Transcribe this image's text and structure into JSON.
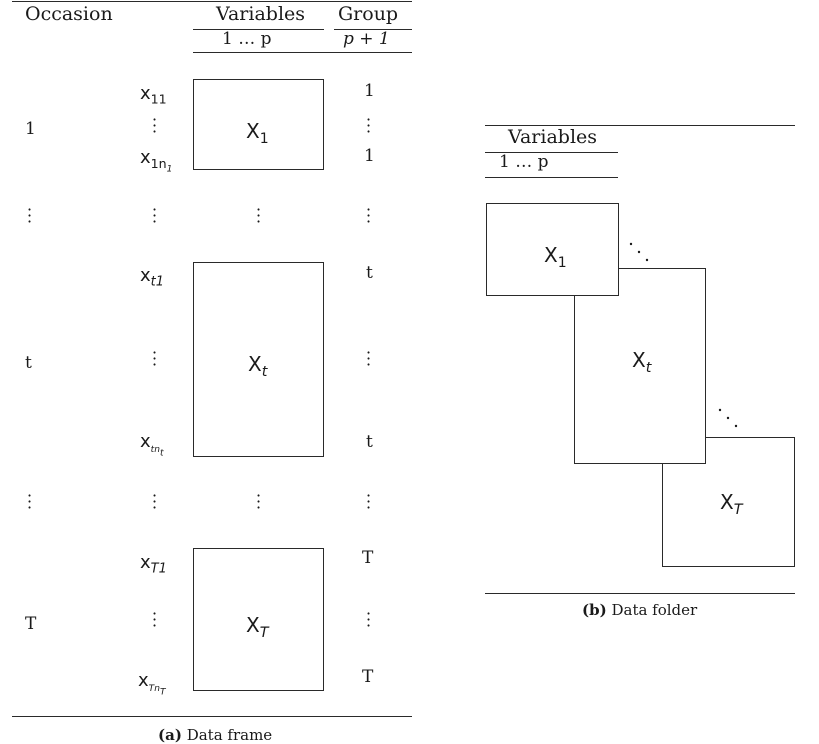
{
  "frame": {
    "header": {
      "occasion": "Occasion",
      "variables": "Variables",
      "group": "Group",
      "var_range": "1 … p",
      "group_col": "p + 1"
    },
    "occasions": [
      "1",
      "t",
      "T"
    ],
    "rows": {
      "first": {
        "top": "x",
        "top_sub": "11",
        "bottom": "x",
        "bottom_sub": "1n",
        "bottom_subsub": "1",
        "matrix": "X",
        "matrix_sub": "1",
        "group_top": "1",
        "group_bottom": "1"
      },
      "middle": {
        "top": "x",
        "top_sub": "t1",
        "bottom": "x",
        "bottom_sub": "tn",
        "bottom_subsub": "t",
        "matrix": "X",
        "matrix_sub": "t",
        "group_top": "t",
        "group_bottom": "t"
      },
      "last": {
        "top": "x",
        "top_sub": "T1",
        "bottom": "x",
        "bottom_sub": "Tn",
        "bottom_subsub": "T",
        "matrix": "X",
        "matrix_sub": "T",
        "group_top": "T",
        "group_bottom": "T"
      }
    },
    "caption_tag": "(a)",
    "caption": "Data frame"
  },
  "folder": {
    "header": {
      "variables": "Variables",
      "var_range": "1 … p"
    },
    "matrices": [
      {
        "label": "X",
        "sub": "1"
      },
      {
        "label": "X",
        "sub": "t"
      },
      {
        "label": "X",
        "sub": "T"
      }
    ],
    "caption_tag": "(b)",
    "caption": "Data folder"
  }
}
